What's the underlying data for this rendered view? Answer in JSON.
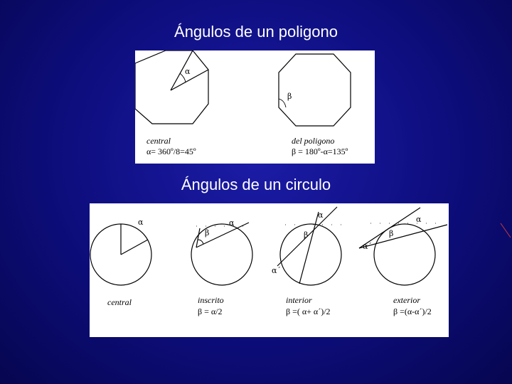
{
  "titles": {
    "polygon": "Ángulos de un poligono",
    "circle": "Ángulos de un circulo"
  },
  "polygon_panel": {
    "central": {
      "angle_symbol": "α",
      "caption_line1": "central",
      "caption_line2": "α= 360º/8=45º"
    },
    "polygon": {
      "angle_symbol": "β",
      "caption_line1": "del poligono",
      "caption_line2": "β = 180º-α=135º"
    }
  },
  "circle_panel": {
    "central": {
      "alpha": "α",
      "caption_line1": "central"
    },
    "inscribed": {
      "alpha": "α",
      "beta": "β",
      "caption_line1": "inscrito",
      "caption_line2": "β = α/2"
    },
    "interior": {
      "alpha": "α",
      "beta": "β",
      "alpha_prime": "α´",
      "caption_line1": "interior",
      "caption_line2": "β =( α+ α´)/2"
    },
    "exterior": {
      "alpha": "α",
      "beta": "β",
      "alpha_prime": "α´",
      "caption_line1": "exterior",
      "caption_line2": "β =(α-α´)/2"
    }
  },
  "colors": {
    "background": "#0d0d7c",
    "title_text": "#ffffff",
    "panel": "#ffffff",
    "stroke": "#000000",
    "corner_mark": "#c83a3a"
  }
}
